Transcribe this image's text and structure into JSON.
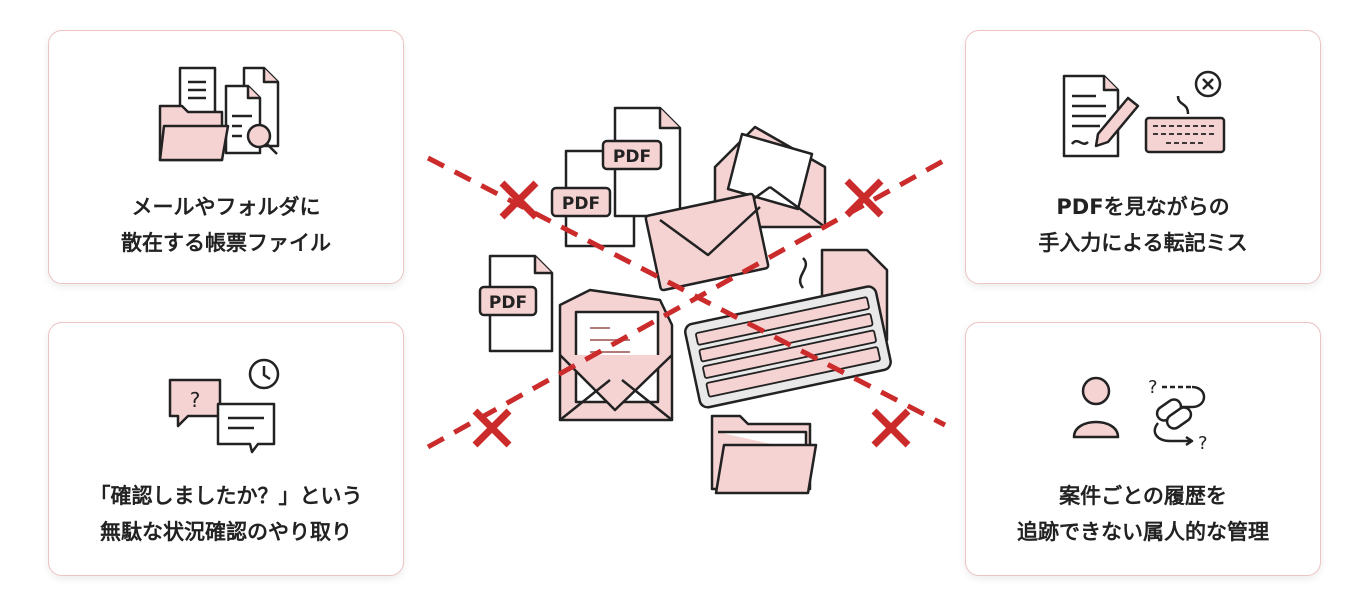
{
  "cards": [
    {
      "line1": "メールやフォルダに",
      "line2": "散在する帳票ファイル"
    },
    {
      "line1": "「確認しましたか？」という",
      "line2": "無駄な状況確認のやり取り"
    },
    {
      "line1": "PDFを見ながらの",
      "line2": "手入力による転記ミス"
    },
    {
      "line1": "案件ごとの履歴を",
      "line2": "追跡できない属人的な管理"
    }
  ],
  "center": {
    "pdf_label": "PDF"
  },
  "icons": {
    "q_mark": "?"
  },
  "colors": {
    "accent": "#cc2b2b",
    "fill": "#f6d3d3",
    "stroke": "#222222",
    "border": "#ecc4c4"
  }
}
